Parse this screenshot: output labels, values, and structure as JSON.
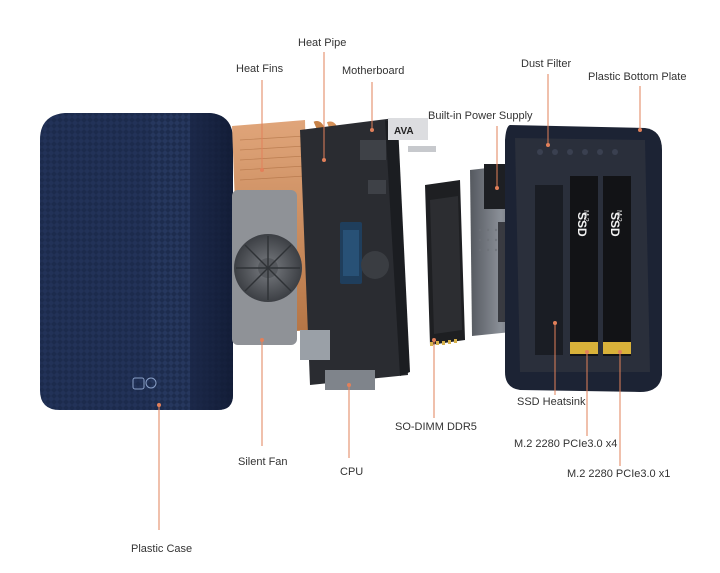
{
  "labels": {
    "heat_pipe": "Heat Pipe",
    "heat_fins": "Heat Fins",
    "motherboard": "Motherboard",
    "dust_filter": "Dust Filter",
    "plastic_bottom_plate": "Plastic Bottom Plate",
    "built_in_power_supply": "Built-in Power Supply",
    "so_dimm": "SO-DIMM DDR5",
    "ssd_heatsink": "SSD Heatsink",
    "m2_x4": "M.2 2280 PCIe3.0 x4",
    "m2_x1": "M.2 2280 PCIe3.0 x1",
    "silent_fan": "Silent Fan",
    "cpu": "CPU",
    "plastic_case": "Plastic Case"
  },
  "marks": {
    "ssd_text": "SSD",
    "m2_text": "M.2",
    "brand_text": "AVA"
  },
  "colors": {
    "leader": "#e2805a",
    "case_blue": "#1b2a4a",
    "copper": "#c9844e",
    "board": "#2a2c31",
    "ssd_gold": "#d9b23a"
  }
}
